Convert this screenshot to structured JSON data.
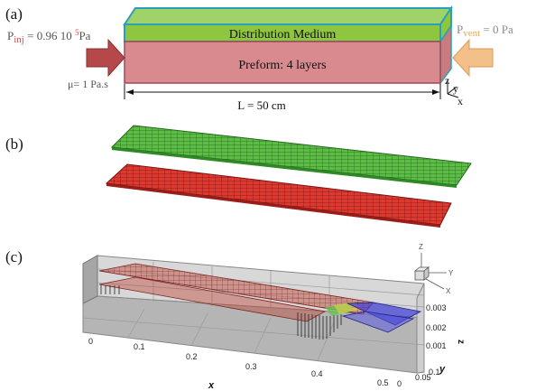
{
  "panel_a": {
    "label": "(a)",
    "top_layer_label": "Distribution Medium",
    "bottom_layer_label": "Preform: 4 layers",
    "p_inj_prefix": "P",
    "p_inj_sub": "inj",
    "p_inj_value": " = 0.96 10 ",
    "p_inj_exp": "5",
    "p_inj_unit": "Pa",
    "viscosity": "μ= 1 Pa.s",
    "p_vent_prefix": "P",
    "p_vent_sub": "vent",
    "p_vent_value": " = 0 Pa",
    "length": "L = 50 cm",
    "axis_z": "z",
    "axis_y": "y",
    "axis_x": "x",
    "colors": {
      "distribution": "#8ec63f",
      "preform": "#d98a8e",
      "box_edge": "#2aa0b8",
      "inlet_arrow": "#b5484a",
      "vent_arrow": "#f3c089"
    }
  },
  "panel_b": {
    "label": "(b)",
    "colors": {
      "top_mesh": "#4caf3a",
      "bottom_mesh": "#d62f28"
    }
  },
  "panel_c": {
    "label": "(c)",
    "x_axis_title": "x",
    "y_axis_title": "y",
    "z_axis_title": "z",
    "x_ticks": [
      "0",
      "0.1",
      "0.2",
      "0.3",
      "0.4",
      "0.5"
    ],
    "y_ticks": [
      "0",
      "0.05",
      "0.1"
    ],
    "z_ticks": [
      "0.001",
      "0.002",
      "0.003"
    ],
    "triad": {
      "z": "Z",
      "y": "Y",
      "x": "X"
    },
    "colors": {
      "filled_region": "#c0392b",
      "empty_region": "#3b3bd6",
      "arrows": "#222222"
    }
  }
}
